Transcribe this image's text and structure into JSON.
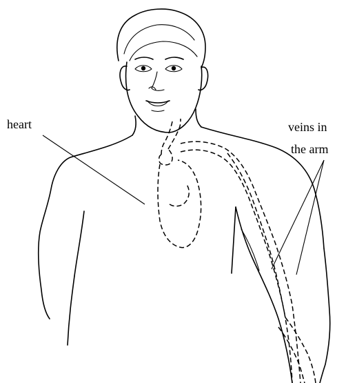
{
  "labels": {
    "heart": "heart",
    "veins_line1": "veins in",
    "veins_line2": "the arm"
  }
}
